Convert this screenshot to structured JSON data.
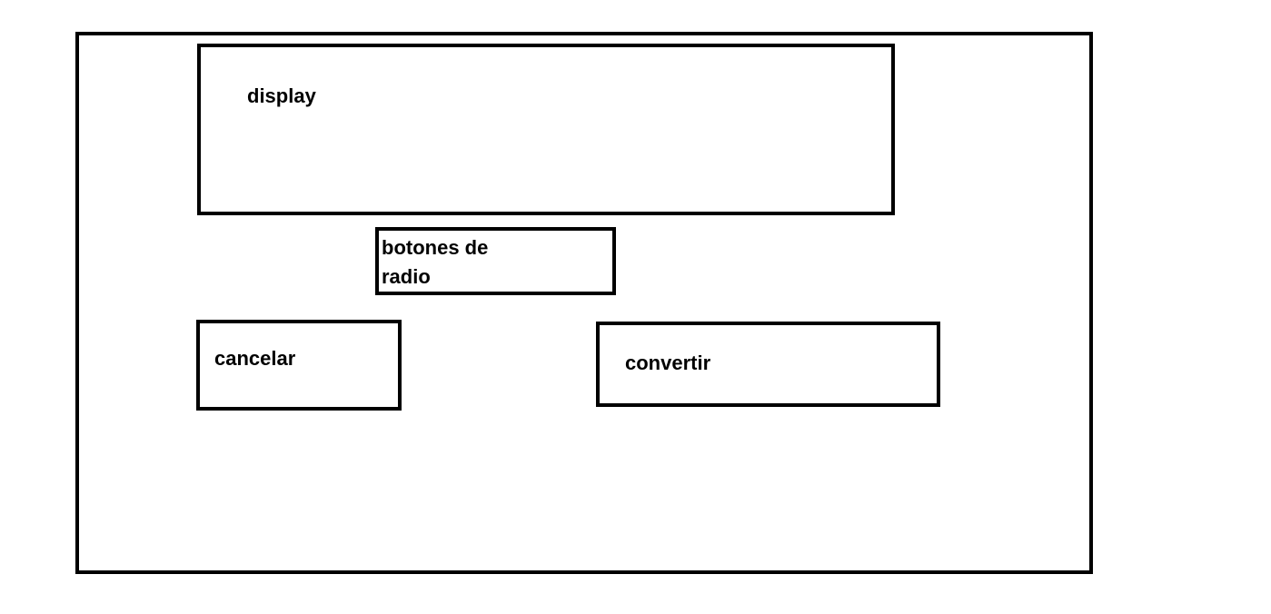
{
  "display": {
    "label": "display"
  },
  "radio_buttons": {
    "label": "botones de radio"
  },
  "cancel_button": {
    "label": "cancelar"
  },
  "convert_button": {
    "label": "convertir"
  }
}
